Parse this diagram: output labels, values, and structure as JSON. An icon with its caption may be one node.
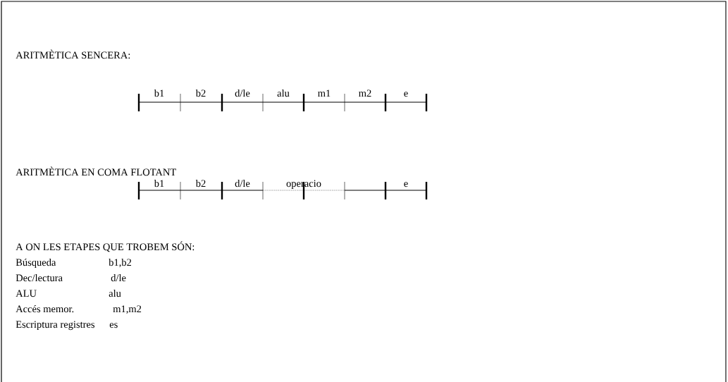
{
  "diagram": {
    "labels": [
      "ARITMÈTICA SENCERA:",
      "b1",
      "b2",
      "d/le",
      "alu",
      "m1",
      "m2",
      "e",
      "ARITMÈTICA EN COMA FLOTANT",
      "b1",
      "b2",
      "d/le",
      "operacio",
      "e",
      "A ON LES ETAPES QUE TROBEM SÓN:",
      "Búsqueda",
      "b1,b2",
      "Dec/lectura",
      "d/le",
      "ALU",
      "alu",
      "Accés memor.",
      "m1,m2",
      "Escriptura registres",
      "es"
    ]
  }
}
